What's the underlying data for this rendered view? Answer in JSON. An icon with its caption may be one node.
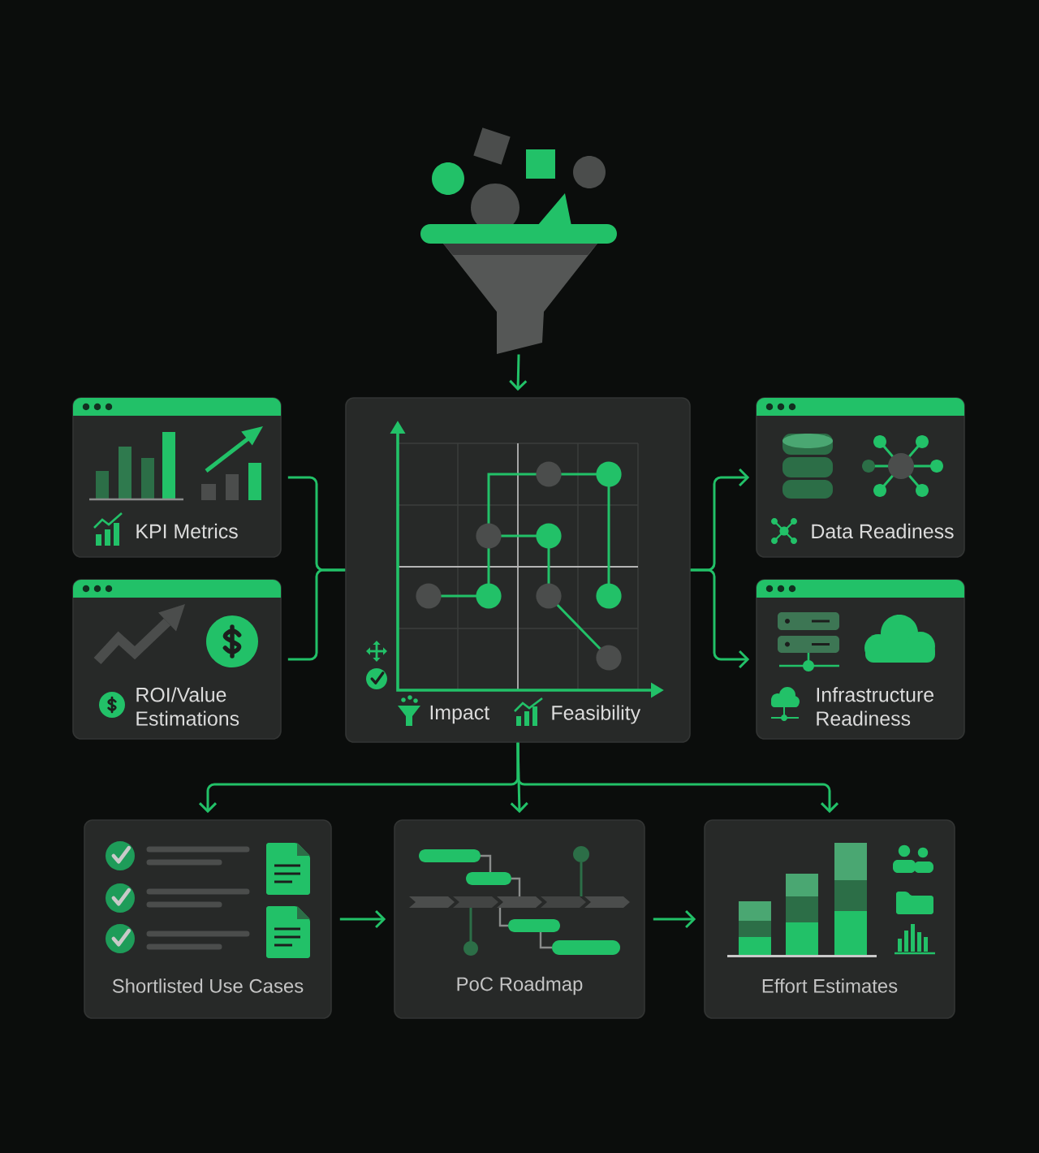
{
  "diagram": {
    "nodes": [
      {
        "text": [],
        "shape": "picture"
      },
      {
        "text": [
          "KPI Metrics"
        ]
      },
      {
        "text": [
          "ROI/Value Estimations"
        ]
      },
      {
        "text": [
          "Impact",
          "Feasibility"
        ]
      },
      {
        "text": [
          "Data Readiness"
        ]
      },
      {
        "text": [
          "Infrastructure Readiness"
        ]
      },
      {
        "text": [
          "Shortlisted Use Cases"
        ]
      },
      {
        "text": [
          "PoC Roadmap"
        ]
      },
      {
        "text": [
          "Effort Estimates"
        ]
      }
    ],
    "edges": [
      {
        "from": 0,
        "to": 3,
        "arrow": "to"
      },
      {
        "from": 1,
        "to": 3,
        "arrow": "none"
      },
      {
        "from": 2,
        "to": 3,
        "arrow": "none"
      },
      {
        "from": 3,
        "to": 4,
        "arrow": "to"
      },
      {
        "from": 3,
        "to": 5,
        "arrow": "to"
      },
      {
        "from": 3,
        "to": 6,
        "arrow": "to"
      },
      {
        "from": 3,
        "to": 7,
        "arrow": "to"
      },
      {
        "from": 3,
        "to": 8,
        "arrow": "to"
      },
      {
        "from": 6,
        "to": 7,
        "arrow": "to"
      },
      {
        "from": 7,
        "to": 8,
        "arrow": "to"
      }
    ]
  }
}
